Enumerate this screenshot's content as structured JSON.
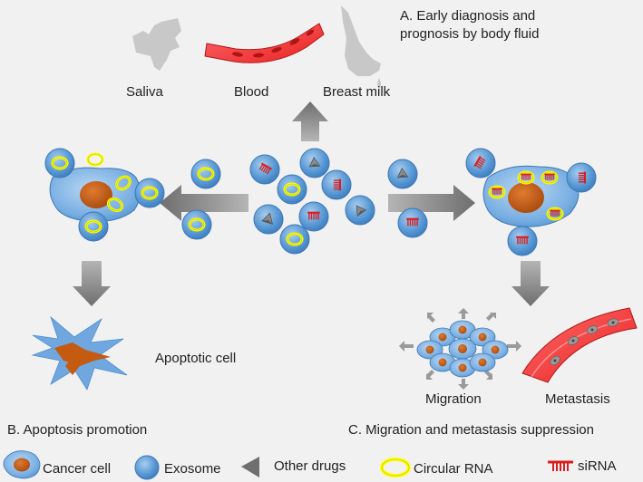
{
  "sections": {
    "a_title": [
      "A. Early diagnosis and",
      "prognosis by body fluid"
    ],
    "b_title": "B. Apoptosis promotion",
    "c_title": "C. Migration and metastasis suppression"
  },
  "body_fluids": [
    "Saliva",
    "Blood",
    "Breast milk"
  ],
  "labels": {
    "apoptotic_cell": "Apoptotic cell",
    "migration": "Migration",
    "metastasis": "Metastasis"
  },
  "legend": [
    {
      "icon": "cancer-cell-icon",
      "label": "Cancer cell"
    },
    {
      "icon": "exosome-icon",
      "label": "Exosome"
    },
    {
      "icon": "other-drugs-icon",
      "label": "Other drugs"
    },
    {
      "icon": "circular-rna-icon",
      "label": "Circular RNA"
    },
    {
      "icon": "sirna-icon",
      "label": "siRNA"
    }
  ],
  "colors": {
    "background": "#f1f1f1",
    "cell_fill": "#5b9bd5",
    "nucleus": "#c55a11",
    "circular_rna": "#ffff00",
    "sirna": "#d81e1e",
    "drug": "#6f6f6f",
    "arrow": "#8c8c8c",
    "blood_vessel": "#ff4b4b"
  }
}
